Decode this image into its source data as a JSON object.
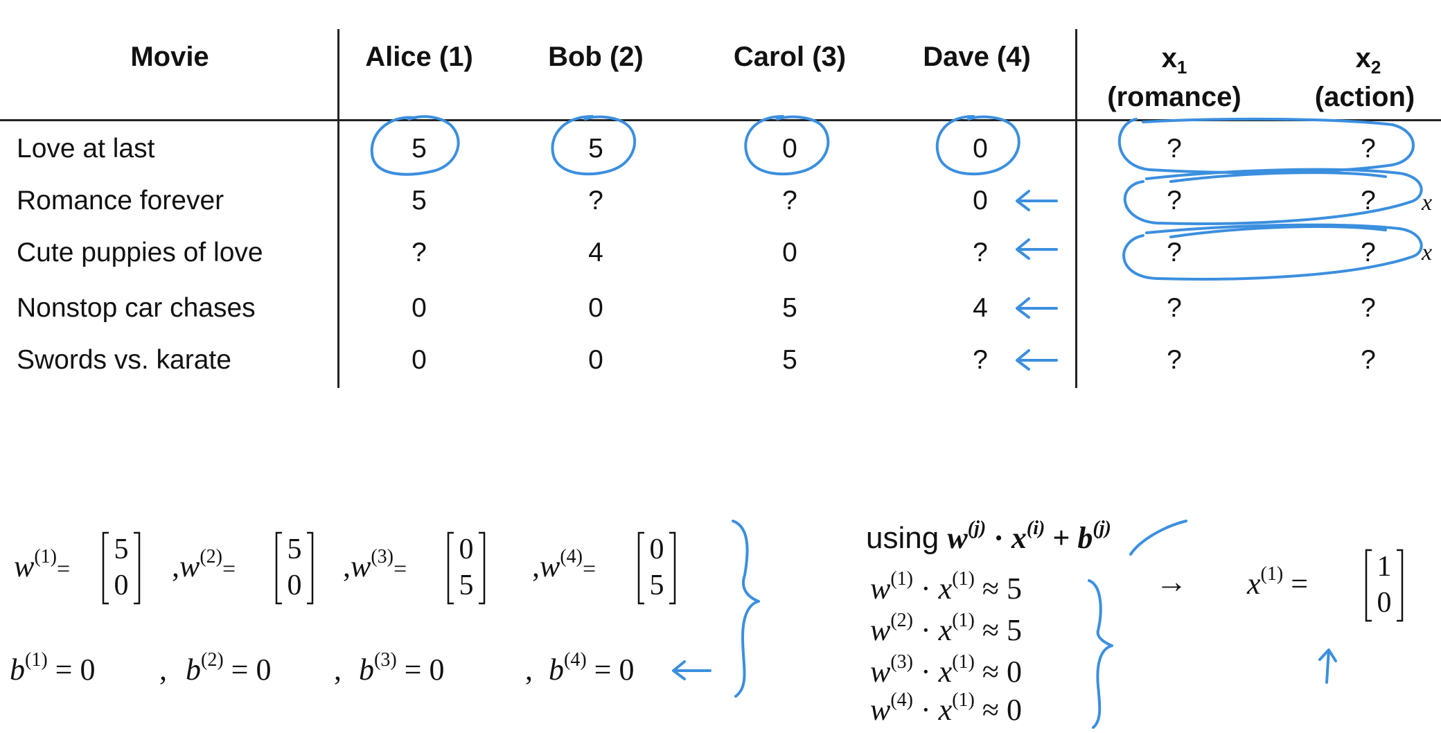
{
  "colors": {
    "ink": "#3b8fdf",
    "text": "#111111",
    "rule": "#222222"
  },
  "table": {
    "headers": {
      "movie": "Movie",
      "alice": "Alice (1)",
      "bob": "Bob (2)",
      "carol": "Carol (3)",
      "dave": "Dave (4)",
      "x1": "x",
      "x1_sub": "1",
      "x1_label": "(romance)",
      "x2": "x",
      "x2_sub": "2",
      "x2_label": "(action)"
    },
    "rows": [
      {
        "movie": "Love at last",
        "alice": "5",
        "bob": "5",
        "carol": "0",
        "dave": "0",
        "x1": "?",
        "x2": "?"
      },
      {
        "movie": "Romance forever",
        "alice": "5",
        "bob": "?",
        "carol": "?",
        "dave": "0",
        "x1": "?",
        "x2": "?"
      },
      {
        "movie": "Cute puppies of love",
        "alice": "?",
        "bob": "4",
        "carol": "0",
        "dave": "?",
        "x1": "?",
        "x2": "?"
      },
      {
        "movie": "Nonstop car chases",
        "alice": "0",
        "bob": "0",
        "carol": "5",
        "dave": "4",
        "x1": "?",
        "x2": "?"
      },
      {
        "movie": "Swords vs. karate",
        "alice": "0",
        "bob": "0",
        "carol": "5",
        "dave": "?",
        "x1": "?",
        "x2": "?"
      }
    ],
    "margin_notes": [
      "x",
      "x"
    ]
  },
  "weights": {
    "w": "w",
    "w_sups": [
      "(1)",
      "(2)",
      "(3)",
      "(4)"
    ],
    "equals": "=",
    "comma": ",",
    "vectors": [
      [
        "5",
        "0"
      ],
      [
        "5",
        "0"
      ],
      [
        "0",
        "5"
      ],
      [
        "0",
        "5"
      ]
    ]
  },
  "biases": {
    "b": "b",
    "sups": [
      "(1)",
      "(2)",
      "(3)",
      "(4)"
    ],
    "rhs": "= 0",
    "comma": ","
  },
  "using": {
    "word": "using",
    "w": "w",
    "w_sup": "(j)",
    "dot": "·",
    "x": "x",
    "x_sup": "(i)",
    "plus": "+",
    "b": "b",
    "b_sup": "(j)"
  },
  "approximations": [
    {
      "w": "w",
      "w_sup": "(1)",
      "dot": "·",
      "x": "x",
      "x_sup": "(1)",
      "rhs": "≈ 5"
    },
    {
      "w": "w",
      "w_sup": "(2)",
      "dot": "·",
      "x": "x",
      "x_sup": "(1)",
      "rhs": "≈ 5"
    },
    {
      "w": "w",
      "w_sup": "(3)",
      "dot": "·",
      "x": "x",
      "x_sup": "(1)",
      "rhs": "≈ 0"
    },
    {
      "w": "w",
      "w_sup": "(4)",
      "dot": "·",
      "x": "x",
      "x_sup": "(1)",
      "rhs": "≈ 0"
    }
  ],
  "result": {
    "arrow": "→",
    "x": "x",
    "x_sup": "(1)",
    "equals": "=",
    "vector": [
      "1",
      "0"
    ]
  }
}
